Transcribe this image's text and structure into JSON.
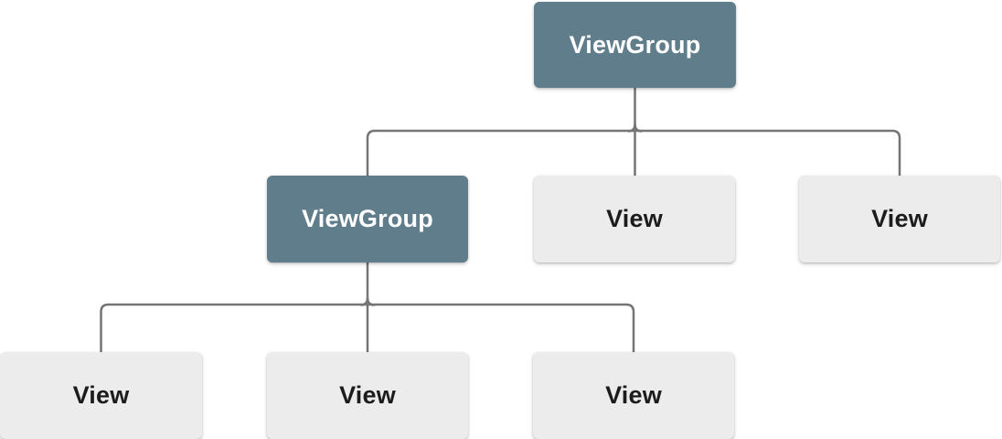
{
  "diagram": {
    "description": "View hierarchy tree diagram with two levels of children",
    "colors": {
      "viewgroup_bg": "#607d8b",
      "view_bg": "#ececec",
      "viewgroup_text": "#ffffff",
      "view_text": "#1c1c1c",
      "connector": "#757575",
      "background": "#ffffff"
    },
    "nodes": [
      {
        "id": "root-viewgroup",
        "label": "ViewGroup",
        "type": "viewgroup",
        "level": 1
      },
      {
        "id": "child-viewgroup",
        "label": "ViewGroup",
        "type": "viewgroup",
        "level": 2
      },
      {
        "id": "child-view-1",
        "label": "View",
        "type": "view",
        "level": 2
      },
      {
        "id": "child-view-2",
        "label": "View",
        "type": "view",
        "level": 2
      },
      {
        "id": "grandchild-view-1",
        "label": "View",
        "type": "view",
        "level": 3
      },
      {
        "id": "grandchild-view-2",
        "label": "View",
        "type": "view",
        "level": 3
      },
      {
        "id": "grandchild-view-3",
        "label": "View",
        "type": "view",
        "level": 3
      }
    ],
    "edges": [
      {
        "from": "root-viewgroup",
        "to": "child-viewgroup"
      },
      {
        "from": "root-viewgroup",
        "to": "child-view-1"
      },
      {
        "from": "root-viewgroup",
        "to": "child-view-2"
      },
      {
        "from": "child-viewgroup",
        "to": "grandchild-view-1"
      },
      {
        "from": "child-viewgroup",
        "to": "grandchild-view-2"
      },
      {
        "from": "child-viewgroup",
        "to": "grandchild-view-3"
      }
    ]
  }
}
